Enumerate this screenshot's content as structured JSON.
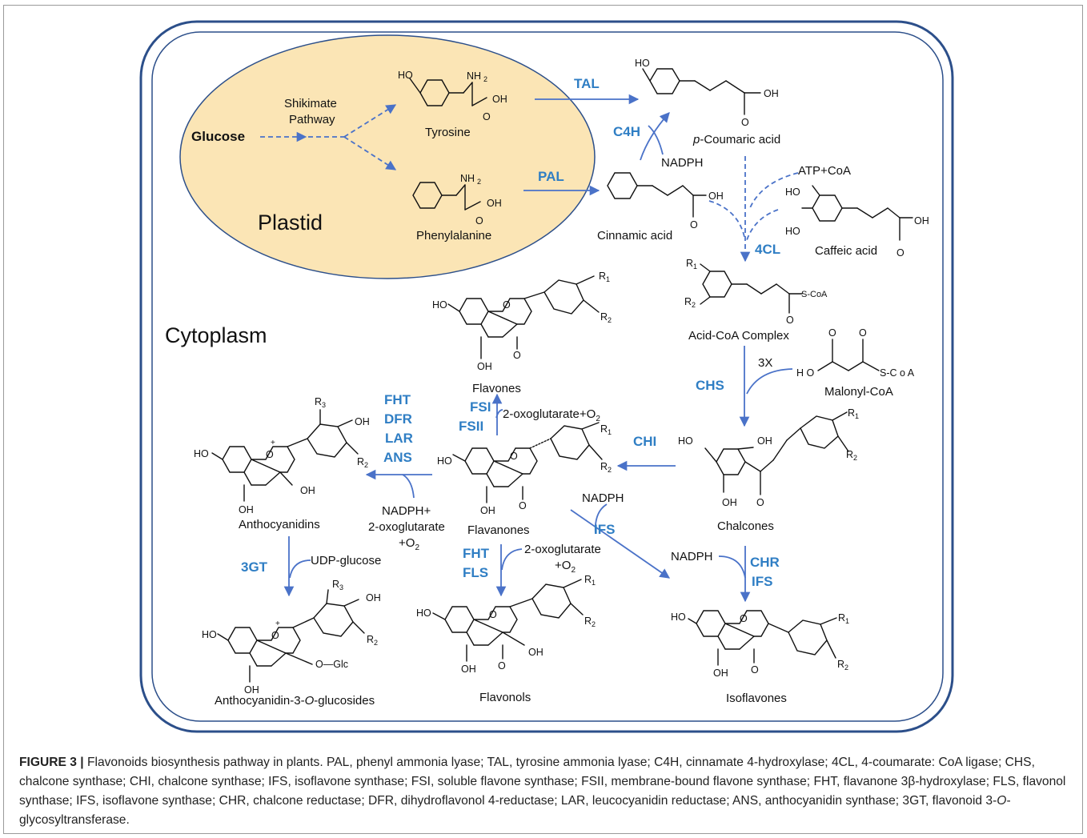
{
  "compartments": {
    "plastid": "Plastid",
    "cytoplasm": "Cytoplasm"
  },
  "plastid": {
    "glucose": "Glucose",
    "shikimate_line1": "Shikimate",
    "shikimate_line2": "Pathway",
    "tyrosine": "Tyrosine",
    "phenylalanine": "Phenylalanine"
  },
  "compounds": {
    "p_prefix": "p",
    "p_coumaric": "-Coumaric acid",
    "cinnamic": "Cinnamic acid",
    "caffeic": "Caffeic acid",
    "acid_coa": "Acid-CoA Complex",
    "malonyl": "Malonyl-CoA",
    "flavones": "Flavones",
    "chalcones": "Chalcones",
    "flavanones": "Flavanones",
    "anthocyanidins": "Anthocyanidins",
    "flavonols": "Flavonols",
    "isoflavones": "Isoflavones",
    "antho_gluc_prefix": "Anthocyanidin-3-",
    "antho_gluc_italic": "O",
    "antho_gluc_suffix": "-glucosides"
  },
  "cofactors": {
    "nadph": "NADPH",
    "atp_coa": "ATP+CoA",
    "three_x": "3X",
    "oxo_o2": "2-oxoglutarate+O",
    "nadph_plus": "NADPH+",
    "oxoglutarate": "2-oxoglutarate",
    "plus_o": "+O",
    "o2_sub": "2",
    "udp_glucose": "UDP-glucose"
  },
  "enzymes": {
    "tal": "TAL",
    "c4h": "C4H",
    "pal": "PAL",
    "fourcl": "4CL",
    "chs": "CHS",
    "chi": "CHI",
    "fsi": "FSI",
    "fsii": "FSII",
    "fht": "FHT",
    "dfr": "DFR",
    "lar": "LAR",
    "ans": "ANS",
    "ifs": "IFS",
    "three_gt": "3GT",
    "fls": "FLS",
    "chr": "CHR"
  },
  "atoms": {
    "ho": "HO",
    "oh": "OH",
    "o": "O",
    "nh2": "NH",
    "two": "2",
    "s_coa": "S-CoA",
    "s_coa_spaced": "S-C o A",
    "r": "R",
    "one": "1",
    "three": "3",
    "h_o": "H O",
    "plus": "+",
    "o_glc": "O—Glc"
  },
  "caption": {
    "label": "FIGURE 3 |",
    "seg1": " Flavonoids biosynthesis pathway in plants. PAL, phenyl ammonia lyase; TAL, tyrosine ammonia lyase; C4H, cinnamate 4-hydroxylase; 4CL, 4-coumarate: CoA ligase; CHS, chalcone synthase; CHI, chalcone synthase; IFS, isoflavone synthase; FSI, soluble flavone synthase; FSII, membrane-bound flavone synthase; FHT, flavanone 3β-hydroxylase; FLS, flavonol synthase; IFS, isoflavone synthase; CHR, chalcone reductase; DFR, dihydroflavonol 4-reductase; LAR, leucocyanidin reductase; ANS, anthocyanidin synthase; 3GT, flavonoid 3-",
    "italic": "O",
    "seg2": "-glycosyltransferase."
  },
  "colors": {
    "enzyme": "#2f7ec4",
    "arrow": "#4a72c8",
    "plastid_fill": "#fbe5b5",
    "cell_border": "#2c4f8a"
  }
}
